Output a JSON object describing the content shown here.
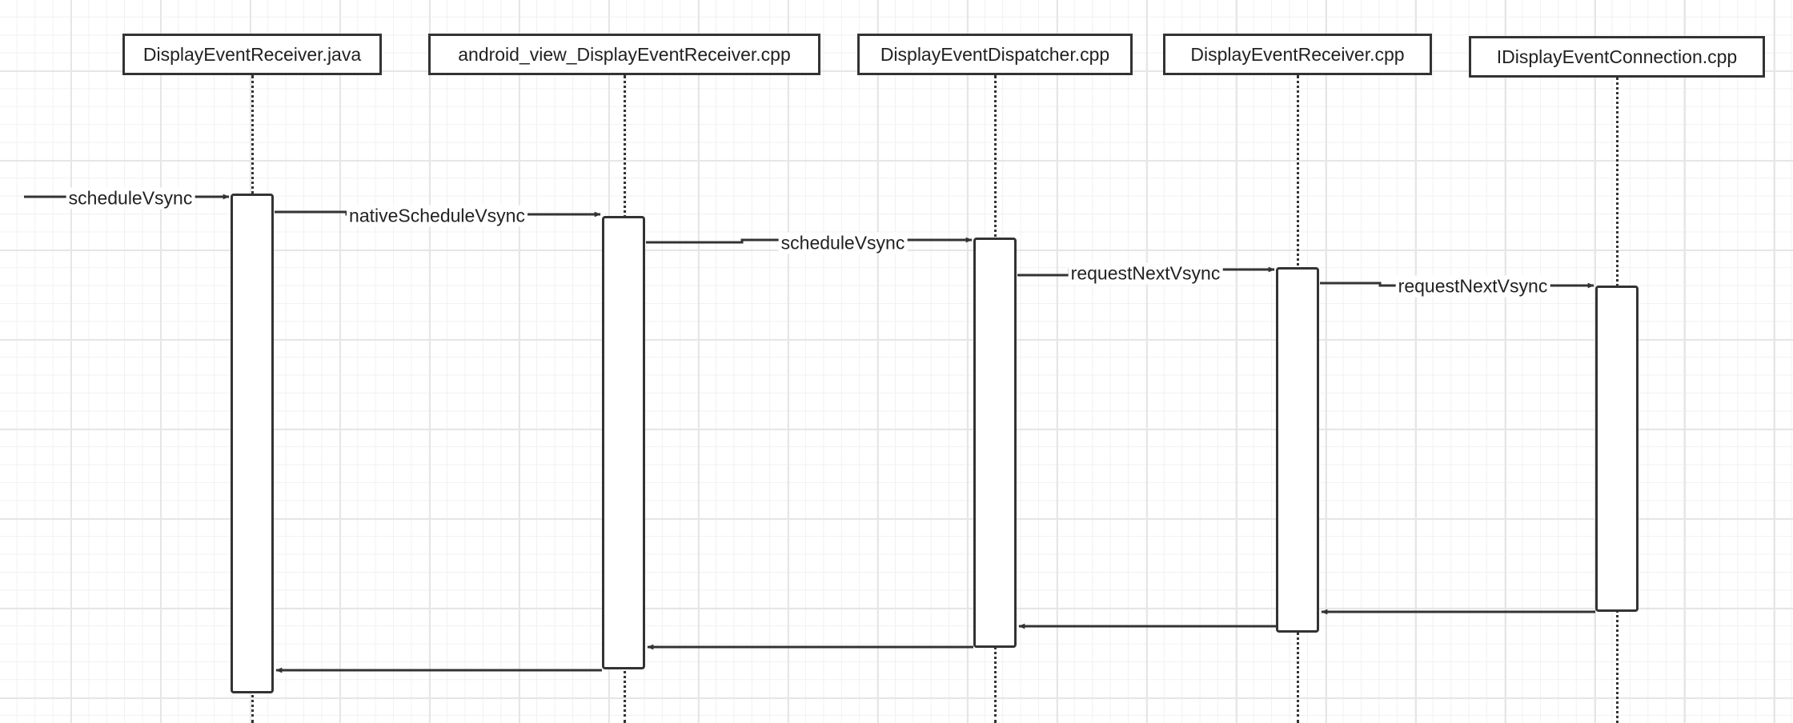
{
  "diagram": {
    "participants": [
      {
        "label": "DisplayEventReceiver.java"
      },
      {
        "label": "android_view_DisplayEventReceiver.cpp"
      },
      {
        "label": "DisplayEventDispatcher.cpp"
      },
      {
        "label": "DisplayEventReceiver.cpp"
      },
      {
        "label": "IDisplayEventConnection.cpp"
      }
    ],
    "messages": [
      {
        "from": null,
        "to": "DisplayEventReceiver.java",
        "label": "scheduleVsync"
      },
      {
        "from": "DisplayEventReceiver.java",
        "to": "android_view_DisplayEventReceiver.cpp",
        "label": "nativeScheduleVsync"
      },
      {
        "from": "android_view_DisplayEventReceiver.cpp",
        "to": "DisplayEventDispatcher.cpp",
        "label": "scheduleVsync"
      },
      {
        "from": "DisplayEventDispatcher.cpp",
        "to": "DisplayEventReceiver.cpp",
        "label": "requestNextVsync"
      },
      {
        "from": "DisplayEventReceiver.cpp",
        "to": "IDisplayEventConnection.cpp",
        "label": "requestNextVsync"
      }
    ],
    "returns": [
      {
        "from": "IDisplayEventConnection.cpp",
        "to": "DisplayEventReceiver.cpp"
      },
      {
        "from": "DisplayEventReceiver.cpp",
        "to": "DisplayEventDispatcher.cpp"
      },
      {
        "from": "DisplayEventDispatcher.cpp",
        "to": "android_view_DisplayEventReceiver.cpp"
      },
      {
        "from": "android_view_DisplayEventReceiver.cpp",
        "to": "DisplayEventReceiver.java"
      }
    ],
    "colors": {
      "line": "#333333",
      "grid": "#e6e6e6",
      "background": "#ffffff"
    }
  }
}
